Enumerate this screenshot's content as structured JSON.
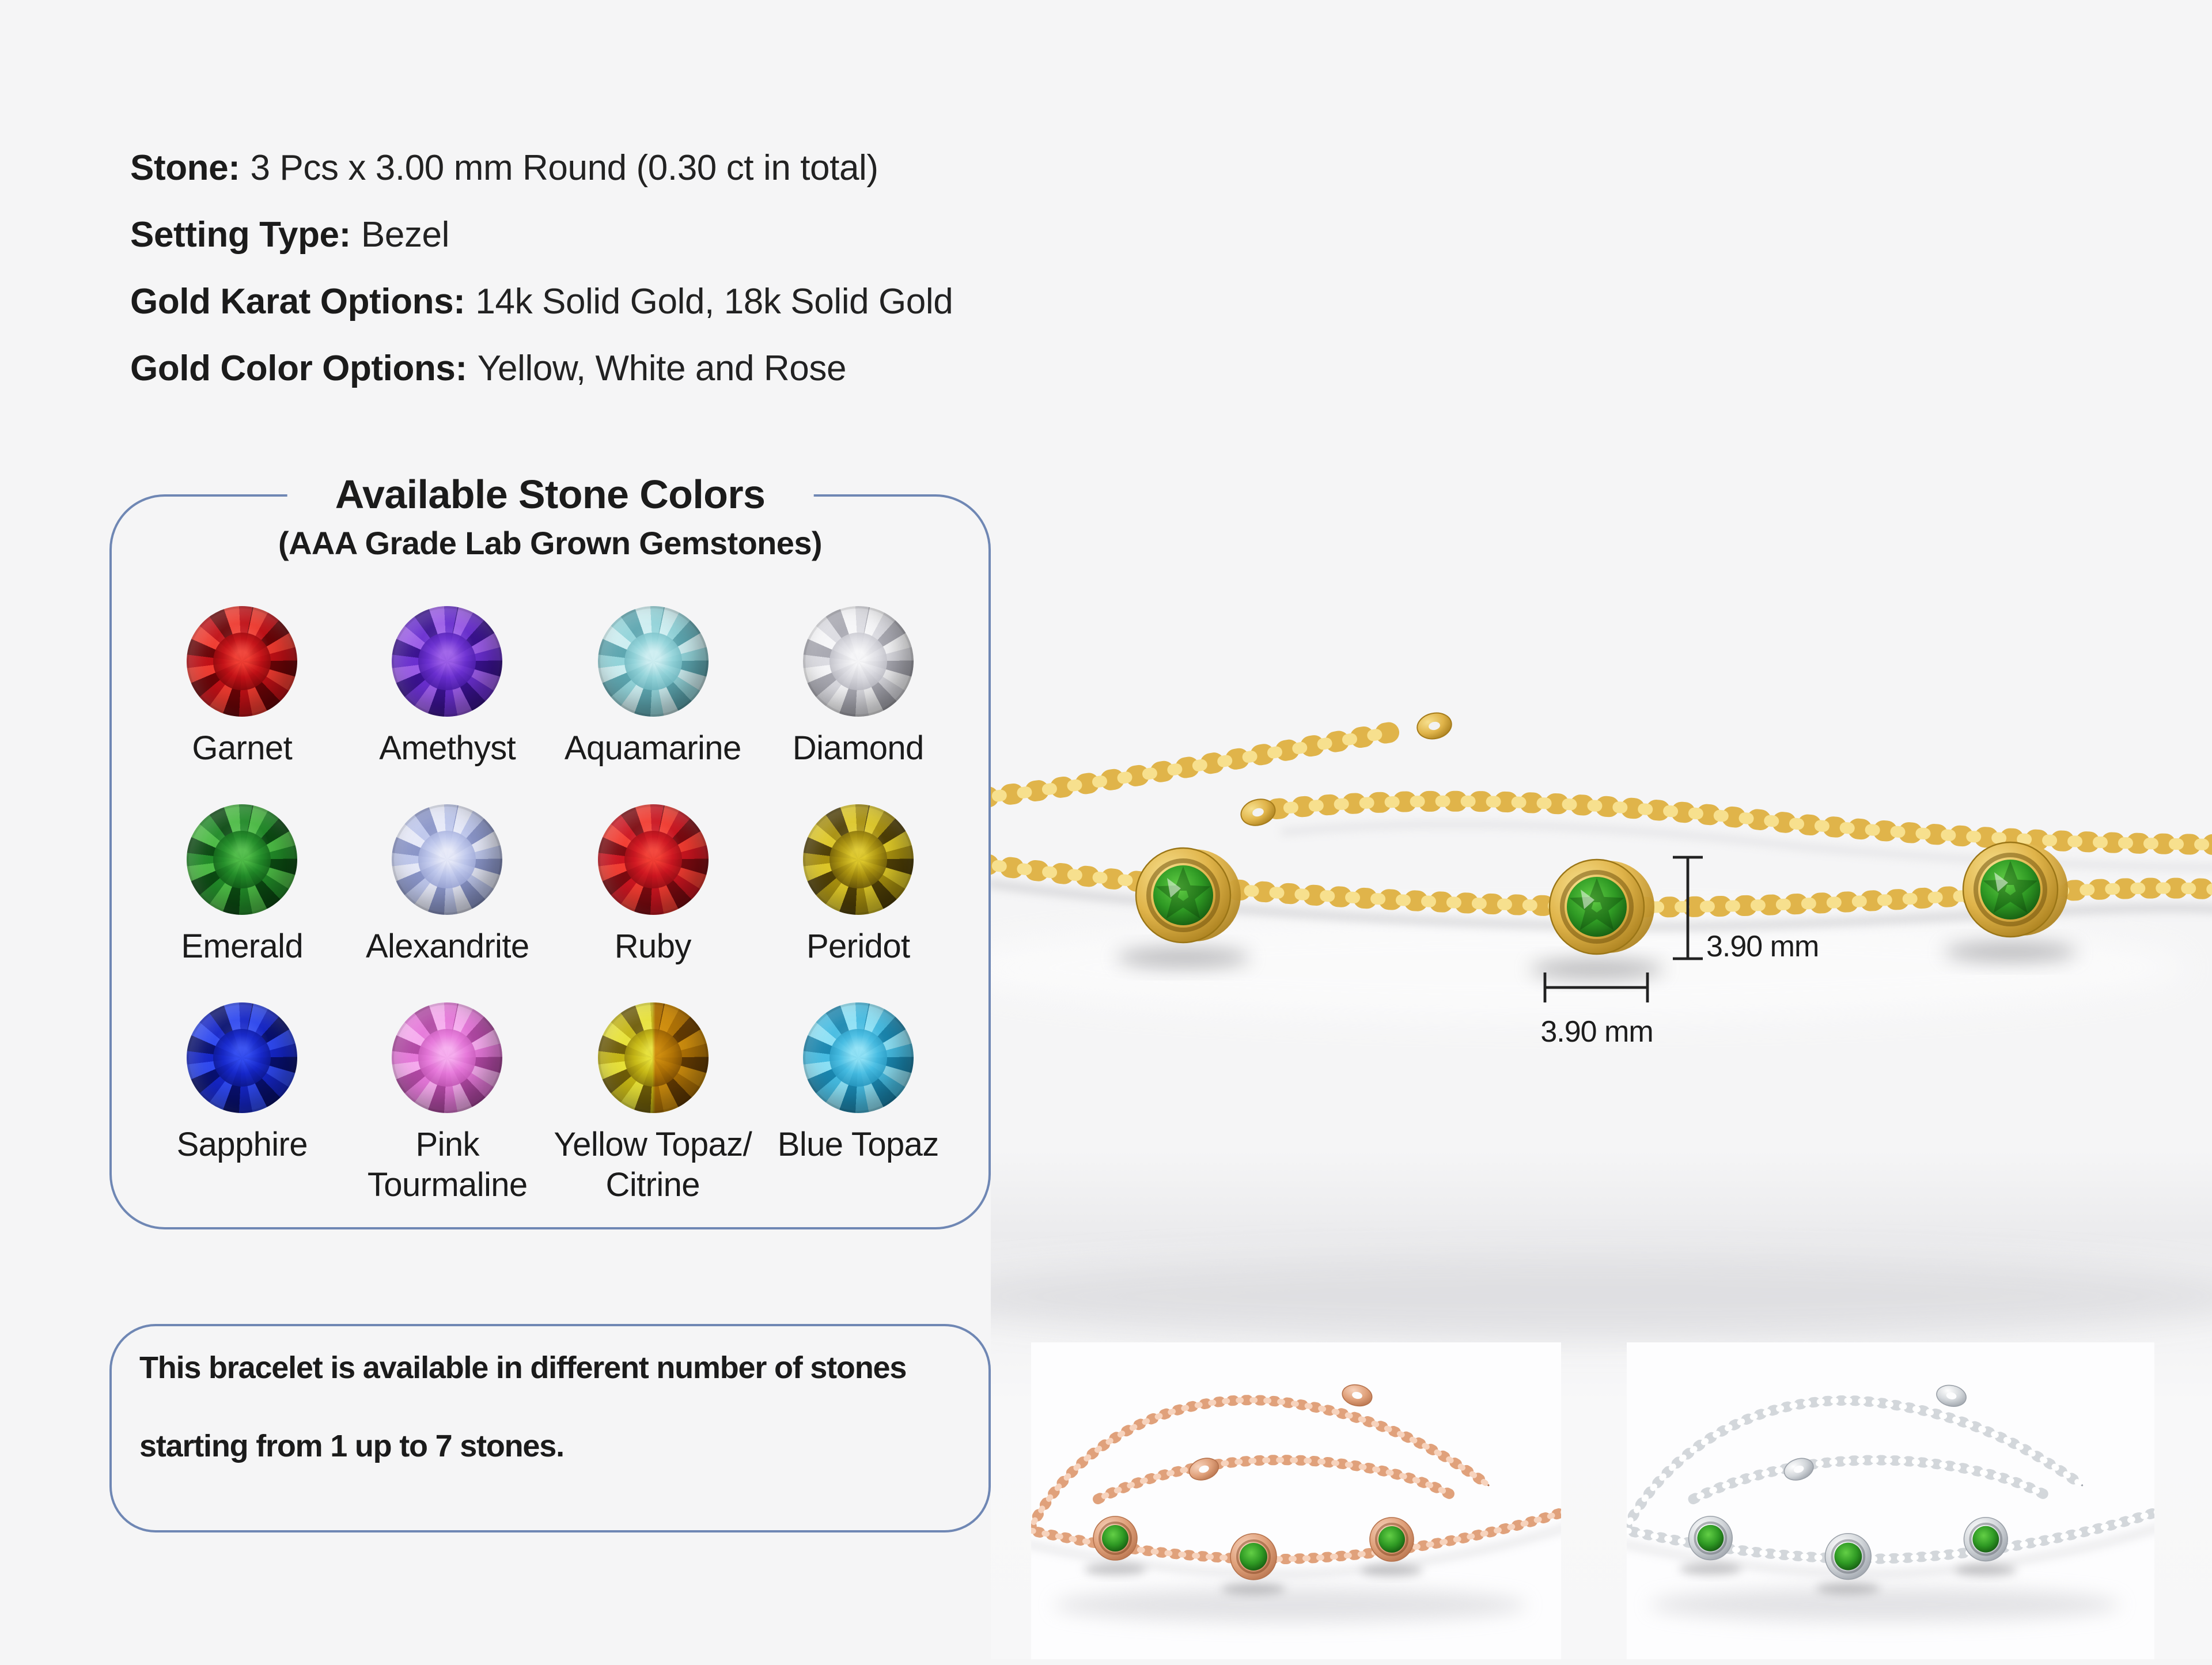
{
  "page": {
    "background": "#f5f5f6"
  },
  "specs": [
    {
      "label": "Stone:",
      "value": "3 Pcs x 3.00 mm Round (0.30 ct in total)"
    },
    {
      "label": "Setting Type:",
      "value": "Bezel"
    },
    {
      "label": "Gold Karat Options:",
      "value": "14k Solid Gold, 18k Solid Gold"
    },
    {
      "label": "Gold Color Options:",
      "value": "Yellow, White and Rose"
    }
  ],
  "stone_box": {
    "title": "Available Stone Colors",
    "subtitle": "(AAA Grade Lab Grown Gemstones)",
    "gems": [
      {
        "name": "Garnet",
        "line1": "Garnet",
        "line2": "",
        "c1": "#ef3b30",
        "c2": "#c11016",
        "c3": "#6a0407"
      },
      {
        "name": "Amethyst",
        "line1": "Amethyst",
        "line2": "",
        "c1": "#9b5ce8",
        "c2": "#6a2fd0",
        "c3": "#3a1290"
      },
      {
        "name": "Aquamarine",
        "line1": "Aquamarine",
        "line2": "",
        "c1": "#cdeef1",
        "c2": "#93d4da",
        "c3": "#5da6b0"
      },
      {
        "name": "Diamond",
        "line1": "Diamond",
        "line2": "",
        "c1": "#f6f6f8",
        "c2": "#dcdce2",
        "c3": "#a9a9b2"
      },
      {
        "name": "Emerald",
        "line1": "Emerald",
        "line2": "",
        "c1": "#4cbb45",
        "c2": "#218a28",
        "c3": "#0b4a12"
      },
      {
        "name": "Alexandrite",
        "line1": "Alexandrite",
        "line2": "",
        "c1": "#e6e9f8",
        "c2": "#bec7ec",
        "c3": "#8a95c8"
      },
      {
        "name": "Ruby",
        "line1": "Ruby",
        "line2": "",
        "c1": "#f23c31",
        "c2": "#cc1520",
        "c3": "#7c0a10"
      },
      {
        "name": "Peridot",
        "line1": "Peridot",
        "line2": "",
        "c1": "#ddc728",
        "c2": "#a8900f",
        "c3": "#4f3f06"
      },
      {
        "name": "Sapphire",
        "line1": "Sapphire",
        "line2": "",
        "c1": "#2f49f0",
        "c2": "#1526c8",
        "c3": "#081070"
      },
      {
        "name": "Pink Tourmaline",
        "line1": "Pink",
        "line2": "Tourmaline",
        "c1": "#f6abee",
        "c2": "#e678da",
        "c3": "#b148a4"
      },
      {
        "name": "Yellow Topaz/ Citrine",
        "line1": "Yellow Topaz/",
        "line2": "Citrine",
        "c1": "#e7e138",
        "c2": "#c4b514",
        "c3": "#6e5c08",
        "overlay": "#df8a0e"
      },
      {
        "name": "Blue Topaz",
        "line1": "Blue Topaz",
        "line2": "",
        "c1": "#8ce0f5",
        "c2": "#46bce2",
        "c3": "#1a87b0"
      }
    ]
  },
  "note_box": {
    "line1": "This bracelet is available in different number of stones",
    "line2": "starting from 1 up to 7 stones."
  },
  "diagram": {
    "stone_height": "3.90 mm",
    "stone_width": "3.90 mm"
  },
  "colors": {
    "page_bg": "#f5f5f6",
    "box_border": "#6f87b4",
    "text": "#1b1b1b",
    "dim_lines": "#222222",
    "yellow_gold": {
      "light": "#f7e08e",
      "mid": "#e0b44a",
      "dark": "#a67c1b"
    },
    "rose_gold": {
      "light": "#f7d3bd",
      "mid": "#e0a17b",
      "dark": "#b5714b"
    },
    "white_gold": {
      "light": "#ffffff",
      "mid": "#d3d7db",
      "dark": "#9aa0a8"
    },
    "emerald_stone": {
      "light": "#63cf46",
      "mid": "#2f9a24",
      "dark": "#0d470b"
    }
  }
}
